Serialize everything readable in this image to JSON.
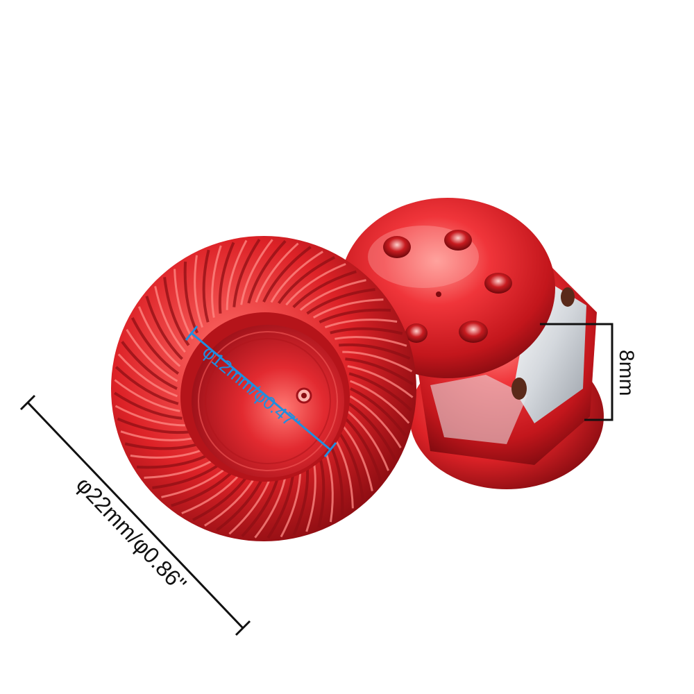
{
  "colors": {
    "background": "#ffffff",
    "metal_red": "#e0262b",
    "metal_dark": "#8f0f14",
    "metal_light": "#ff8a86",
    "silver": "#d9dde2",
    "dimension_black": "#111111",
    "dimension_blue": "#1f8ee0"
  },
  "dimensions": {
    "outer_diameter": "φ22mm/φ0.86\"",
    "inner_diameter": "φ12mm/φ0.47\"",
    "height": "8mm"
  }
}
